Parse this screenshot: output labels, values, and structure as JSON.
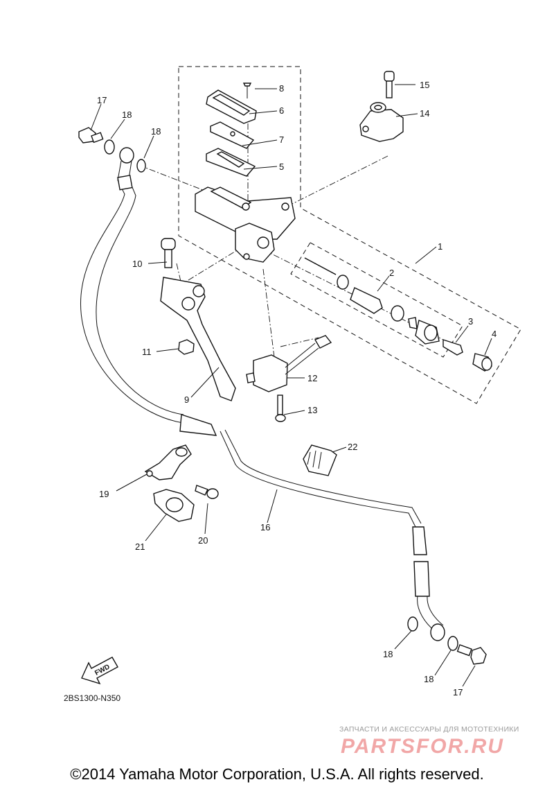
{
  "diagram": {
    "code": "2BS1300-N350",
    "copyright": "©2014 Yamaha Motor Corporation, U.S.A. All rights reserved.",
    "fwd_label": "FWD",
    "watermark": {
      "subtitle": "ЗАПЧАСТИ И АКСЕССУАРЫ ДЛЯ МОТОТЕХНИКИ",
      "logo_text": "PARTSFOR.RU",
      "color": "#e03c3c"
    },
    "callouts": [
      {
        "id": "c1",
        "text": "1"
      },
      {
        "id": "c2",
        "text": "2"
      },
      {
        "id": "c3",
        "text": "3"
      },
      {
        "id": "c4",
        "text": "4"
      },
      {
        "id": "c5",
        "text": "5"
      },
      {
        "id": "c6",
        "text": "6"
      },
      {
        "id": "c7",
        "text": "7"
      },
      {
        "id": "c8",
        "text": "8"
      },
      {
        "id": "c9",
        "text": "9"
      },
      {
        "id": "c10",
        "text": "10"
      },
      {
        "id": "c11",
        "text": "11"
      },
      {
        "id": "c12",
        "text": "12"
      },
      {
        "id": "c13",
        "text": "13"
      },
      {
        "id": "c14",
        "text": "14"
      },
      {
        "id": "c15",
        "text": "15"
      },
      {
        "id": "c16",
        "text": "16"
      },
      {
        "id": "c17a",
        "text": "17"
      },
      {
        "id": "c17b",
        "text": "17"
      },
      {
        "id": "c18a",
        "text": "18"
      },
      {
        "id": "c18b",
        "text": "18"
      },
      {
        "id": "c18c",
        "text": "18"
      },
      {
        "id": "c18d",
        "text": "18"
      },
      {
        "id": "c19",
        "text": "19"
      },
      {
        "id": "c20",
        "text": "20"
      },
      {
        "id": "c21",
        "text": "21"
      },
      {
        "id": "c22",
        "text": "22"
      }
    ]
  }
}
